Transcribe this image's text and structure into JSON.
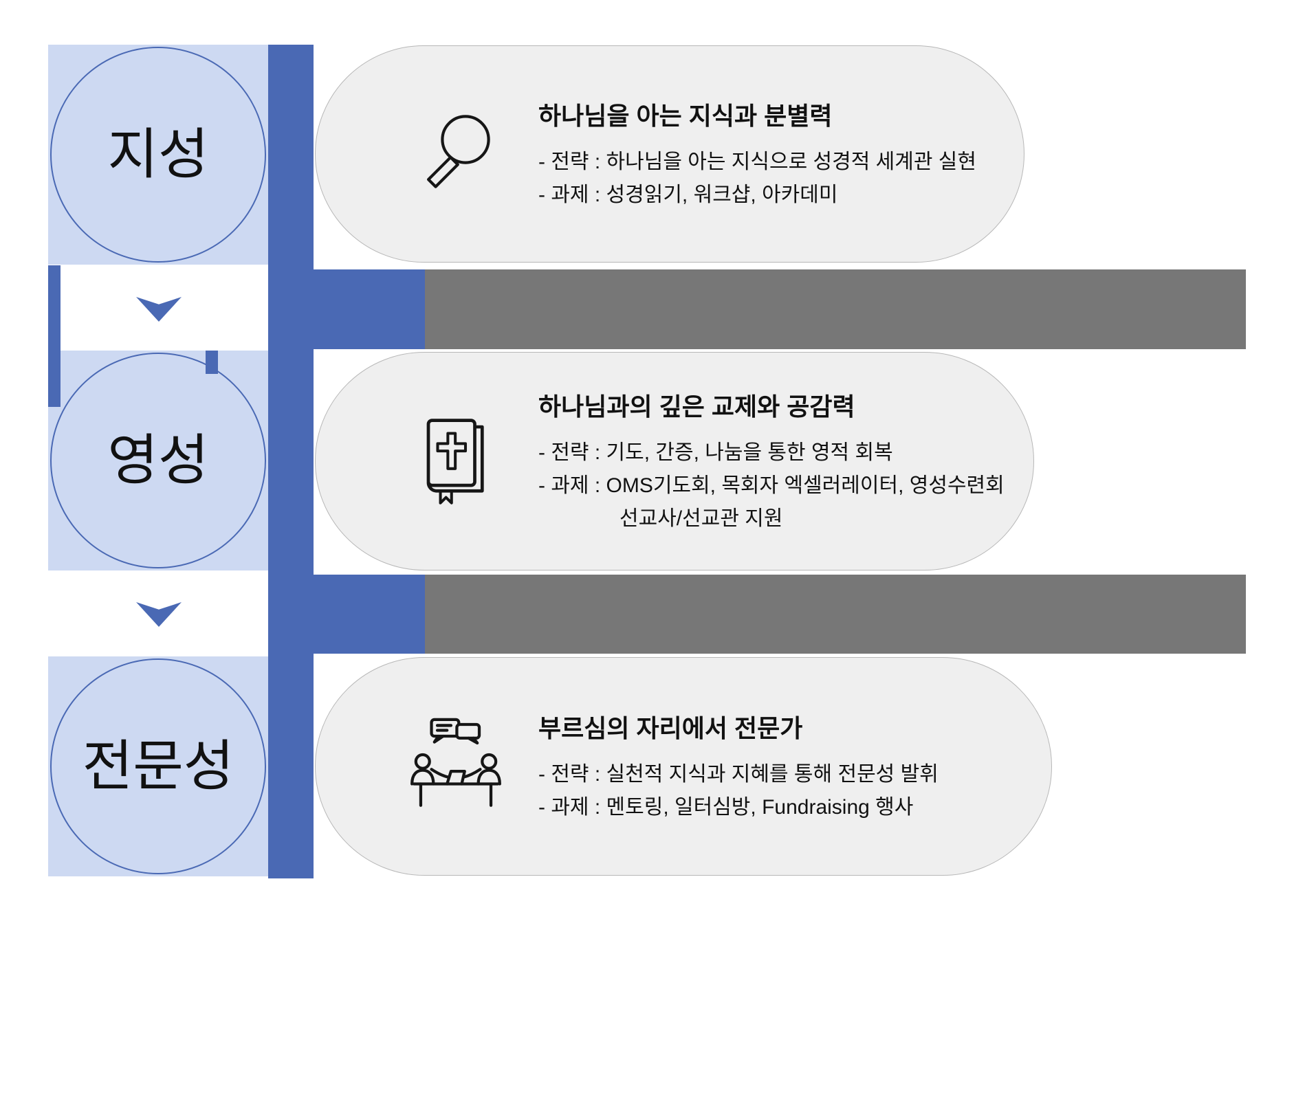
{
  "diagram": {
    "rows": [
      {
        "label": "지성",
        "icon": "magnifier-icon",
        "card": {
          "title": "하나님을 아는 지식과 분별력",
          "lines": [
            "- 전략 : 하나님을 아는 지식으로 성경적 세계관 실현",
            "- 과제 : 성경읽기, 워크샵, 아카데미"
          ]
        }
      },
      {
        "label": "영성",
        "icon": "bible-icon",
        "card": {
          "title": "하나님과의 깊은 교제와 공감력",
          "lines": [
            "- 전략 : 기도, 간증, 나눔을 통한 영적 회복",
            "- 과제 : OMS기도회, 목회자 엑셀러레이터, 영성수련회",
            "선교사/선교관 지원"
          ]
        }
      },
      {
        "label": "전문성",
        "icon": "discussion-icon",
        "card": {
          "title": "부르심의 자리에서 전문가",
          "lines": [
            "- 전략 : 실천적 지식과 지혜를 통해 전문성 발휘",
            "- 과제 : 멘토링, 일터심방, Fundraising 행사"
          ]
        }
      }
    ],
    "connectors": {
      "arrow_icon": "down-arrow-icon"
    },
    "colors": {
      "light_blue": "#cdd9f2",
      "accent_blue": "#4a69b4",
      "band_gray": "#777777",
      "card_bg": "#efefef",
      "card_border": "#b7b7b7",
      "text": "#111111"
    }
  }
}
